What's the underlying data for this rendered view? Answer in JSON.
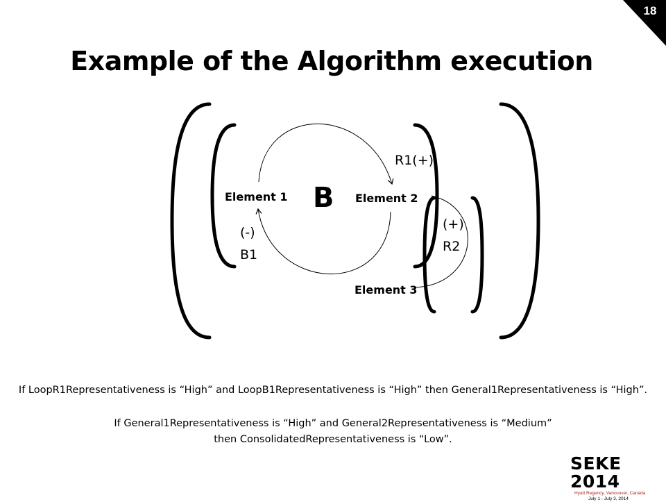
{
  "slide": {
    "number": "18",
    "title": "Example of the Algorithm execution"
  },
  "diagram": {
    "loop_label": "B",
    "elements": {
      "element1": "Element 1",
      "element2": "Element 2",
      "element3": "Element 3"
    },
    "links": {
      "r1": "R1(+)",
      "b1_polarity": "(-)",
      "b1_name": "B1",
      "r2_polarity": "(+)",
      "r2_name": "R2"
    }
  },
  "rules": {
    "rule1": "If LoopR1Representativeness is “High” and LoopB1Representativeness is “High” then General1Representativeness is “High”.",
    "rule2_line1": "If General1Representativeness is “High” and General2Representativeness is “Medium”",
    "rule2_line2": "then ConsolidatedRepresentativeness is “Low”."
  },
  "logo": {
    "title": "SEKE 2014",
    "line1": "Hyatt Regency, Vancouver, Canada",
    "line2": "July 1 - July 3, 2014"
  },
  "colors": {
    "corner": "#000000",
    "stroke": "#000000"
  }
}
